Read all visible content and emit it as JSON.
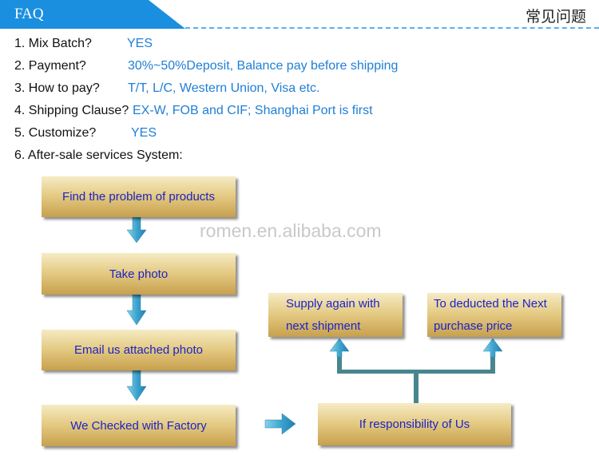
{
  "header": {
    "title": "FAQ",
    "title_cn": "常见问题",
    "tab_color": "#1a8fdf"
  },
  "faq": [
    {
      "question": "1. Mix Batch?",
      "answer": "YES"
    },
    {
      "question": "2. Payment?",
      "answer": "30%~50%Deposit, Balance pay before shipping"
    },
    {
      "question": "3. How to pay?",
      "answer": "T/T, L/C, Western Union, Visa etc."
    },
    {
      "question": "4. Shipping Clause?",
      "answer": "EX-W, FOB and CIF;  Shanghai Port is first"
    },
    {
      "question": "5. Customize?",
      "answer": "YES"
    },
    {
      "question": "6. After-sale services System:",
      "answer": ""
    }
  ],
  "flow": {
    "step1": "Find the problem of products",
    "step2": "Take photo",
    "step3": "Email us attached photo",
    "step4": "We Checked with Factory",
    "step5": "If responsibility of Us",
    "option1": [
      "Supply again with",
      "next shipment"
    ],
    "option2": [
      "To deducted the Next",
      "purchase price"
    ]
  },
  "watermark": "romen.en.alibaba.com",
  "colors": {
    "answer_text": "#1f7fd6",
    "box_text": "#1c23c8",
    "arrow": "#3fa6cf",
    "connector": "#47868e"
  }
}
